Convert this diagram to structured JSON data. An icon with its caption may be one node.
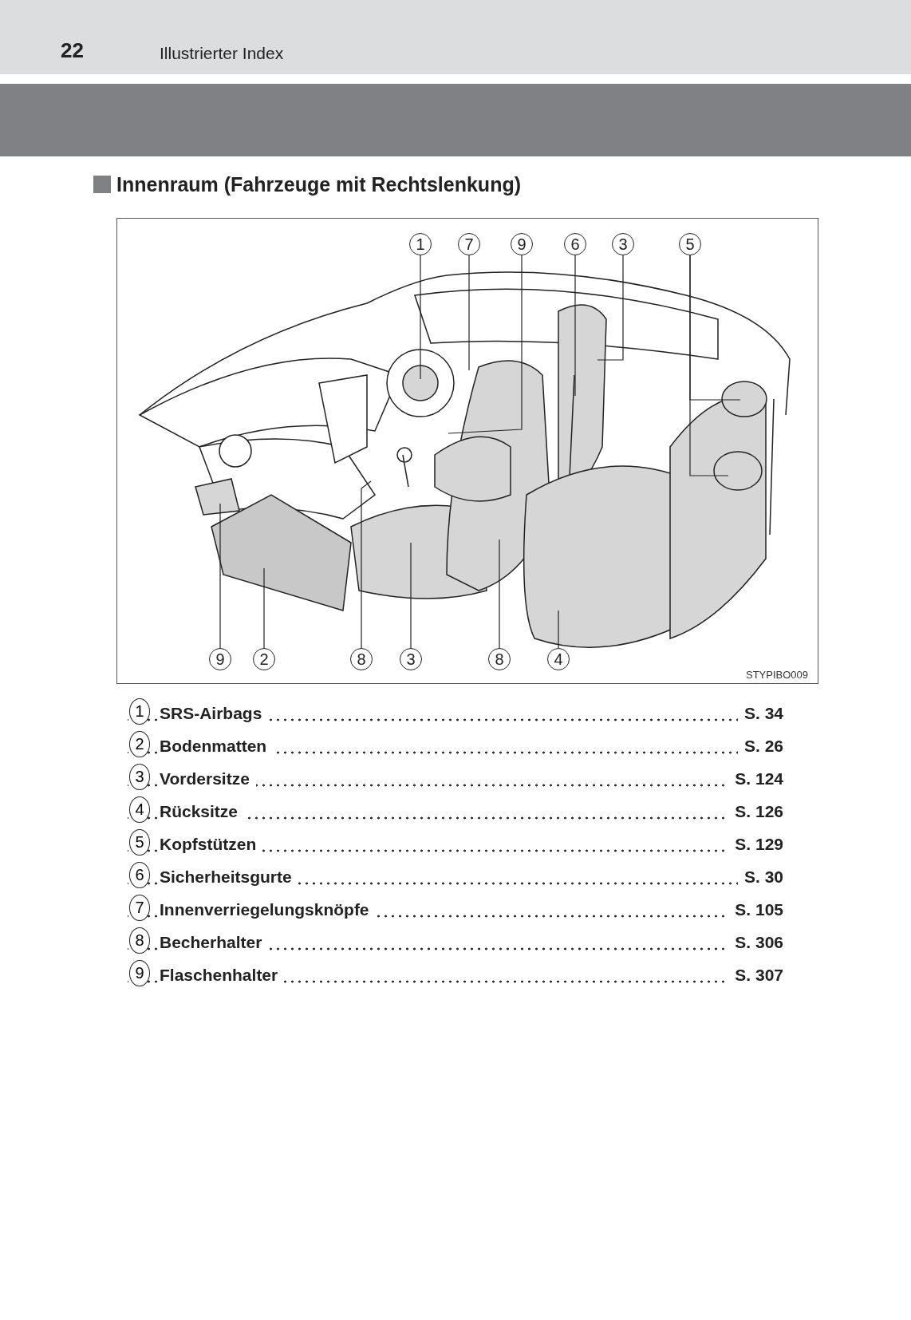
{
  "diagram": {
    "title": "Innenraum (Fahrzeuge mit Rechtslenkung)",
    "nodes": [
      {
        "text": [
          "1"
        ]
      },
      {
        "text": [
          "7"
        ]
      },
      {
        "text": [
          "9"
        ]
      },
      {
        "text": [
          "6"
        ]
      },
      {
        "text": [
          "3"
        ]
      },
      {
        "text": [
          "5"
        ]
      },
      {
        "text": [
          "9"
        ]
      },
      {
        "text": [
          "2"
        ]
      },
      {
        "text": [
          "8"
        ]
      },
      {
        "text": [
          "3"
        ]
      },
      {
        "text": [
          "8"
        ]
      },
      {
        "text": [
          "4"
        ]
      }
    ],
    "edges": [
      {
        "from": 0,
        "to": null,
        "arrow": "none"
      },
      {
        "from": 1,
        "to": null,
        "arrow": "none"
      },
      {
        "from": 2,
        "to": null,
        "arrow": "none"
      },
      {
        "from": 3,
        "to": null,
        "arrow": "none"
      },
      {
        "from": 4,
        "to": null,
        "arrow": "none"
      },
      {
        "from": 5,
        "to": null,
        "arrow": "none"
      },
      {
        "from": 5,
        "to": null,
        "arrow": "none"
      },
      {
        "from": 6,
        "to": null,
        "arrow": "none"
      },
      {
        "from": 7,
        "to": null,
        "arrow": "none"
      },
      {
        "from": 8,
        "to": null,
        "arrow": "none"
      },
      {
        "from": 9,
        "to": null,
        "arrow": "none"
      },
      {
        "from": 10,
        "to": null,
        "arrow": "none"
      },
      {
        "from": 11,
        "to": null,
        "arrow": "none"
      }
    ],
    "labels": [
      "22",
      "Illustrierter Index",
      "STYPIBO009",
      "1",
      "SRS-Airbags",
      "S. 34",
      "2",
      "Bodenmatten",
      "S. 26",
      "3",
      "Vordersitze",
      "S. 124",
      "4",
      "Rücksitze",
      "S. 126",
      "5",
      "Kopfstützen",
      "S. 129",
      "6",
      "Sicherheitsgurte",
      "S. 30",
      "7",
      "Innenverriegelungsknöpfe",
      "S. 105",
      "8",
      "Becherhalter",
      "S. 306",
      "9",
      "Flaschenhalter",
      "S. 307"
    ]
  }
}
